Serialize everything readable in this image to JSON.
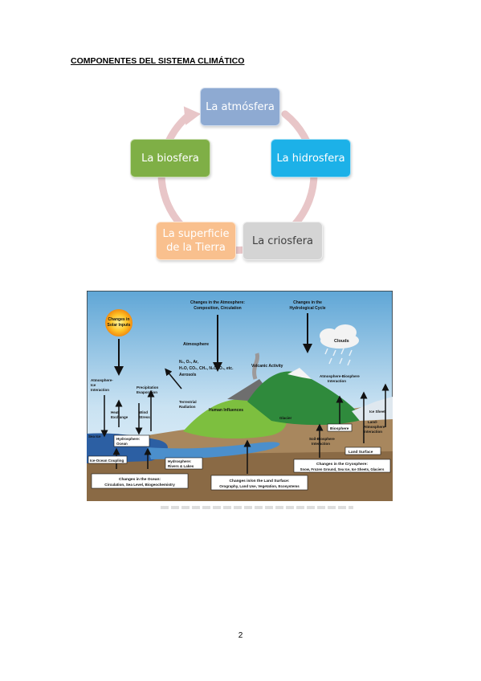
{
  "section_title": "COMPONENTES DEL SISTEMA CLIMÁTICO",
  "cycle": {
    "atmosphere": "La atmósfera",
    "hydrosphere": "La hidrosfera",
    "cryosphere": "La criosfera",
    "land_surface": "La superficie de la Tierra",
    "biosphere": "La biosfera",
    "colors": {
      "atmosphere": "#8eaad2",
      "hydrosphere": "#1cb1e8",
      "cryosphere": "#d4d4d4",
      "land_surface": "#f9c08e",
      "biosphere": "#7faf46",
      "arrow": "#e8c6c8"
    }
  },
  "figure": {
    "solar_line1": "Changes in",
    "solar_line2": "Solar Inputs",
    "atmos_change_1": "Changes in the Atmosphere:",
    "atmos_change_2": "Composition, Circulation",
    "hydro_change_1": "Changes in the",
    "hydro_change_2": "Hydrological Cycle",
    "atmosphere": "Atmosphere",
    "clouds": "Clouds",
    "gases_1": "N₂, O₂, Ar,",
    "gases_2": "H₂O, CO₂, CH₄, N₂O, O₃, etc.",
    "aerosols": "Aerosols",
    "volcanic": "Volcanic Activity",
    "atm_ice_1": "Atmosphere-",
    "atm_ice_2": "Ice",
    "atm_ice_3": "Interaction",
    "atm_bio_1": "Atmosphere-Biosphere",
    "atm_bio_2": "Interaction",
    "precip_1": "Precipitation",
    "precip_2": "Evaporation",
    "terrestrial_1": "Terrestrial",
    "terrestrial_2": "Radiation",
    "heat_1": "Heat",
    "heat_2": "Exchange",
    "wind_1": "Wind",
    "wind_2": "Stress",
    "human": "Human Influences",
    "glacier": "Glacier",
    "ice_sheet": "Ice Sheet",
    "land_atm_1": "Land-",
    "land_atm_2": "Atmosphere",
    "land_atm_3": "Interaction",
    "biosphere": "Biosphere",
    "soil_bio_1": "Soil-Biosphere",
    "soil_bio_2": "Interaction",
    "sea_ice": "Sea Ice",
    "hydro_ocean_1": "Hydrosphere:",
    "hydro_ocean_2": "Ocean",
    "ice_ocean": "Ice-Ocean Coupling",
    "hydro_rivers_1": "Hydrosphere:",
    "hydro_rivers_2": "Rivers & Lakes",
    "land_surface": "Land Surface",
    "cryo_change_1": "Changes in the Cryosphere:",
    "cryo_change_2": "Snow, Frozen Ground, Sea Ice, Ice Sheets, Glaciers",
    "ocean_change_1": "Changes in the Ocean:",
    "ocean_change_2": "Circulation, Sea Level, Biogeochemistry",
    "land_change_1": "Changes in/on the Land Surface:",
    "land_change_2": "Orography, Land Use, Vegetation, Ecosystems"
  },
  "page_number": "2"
}
